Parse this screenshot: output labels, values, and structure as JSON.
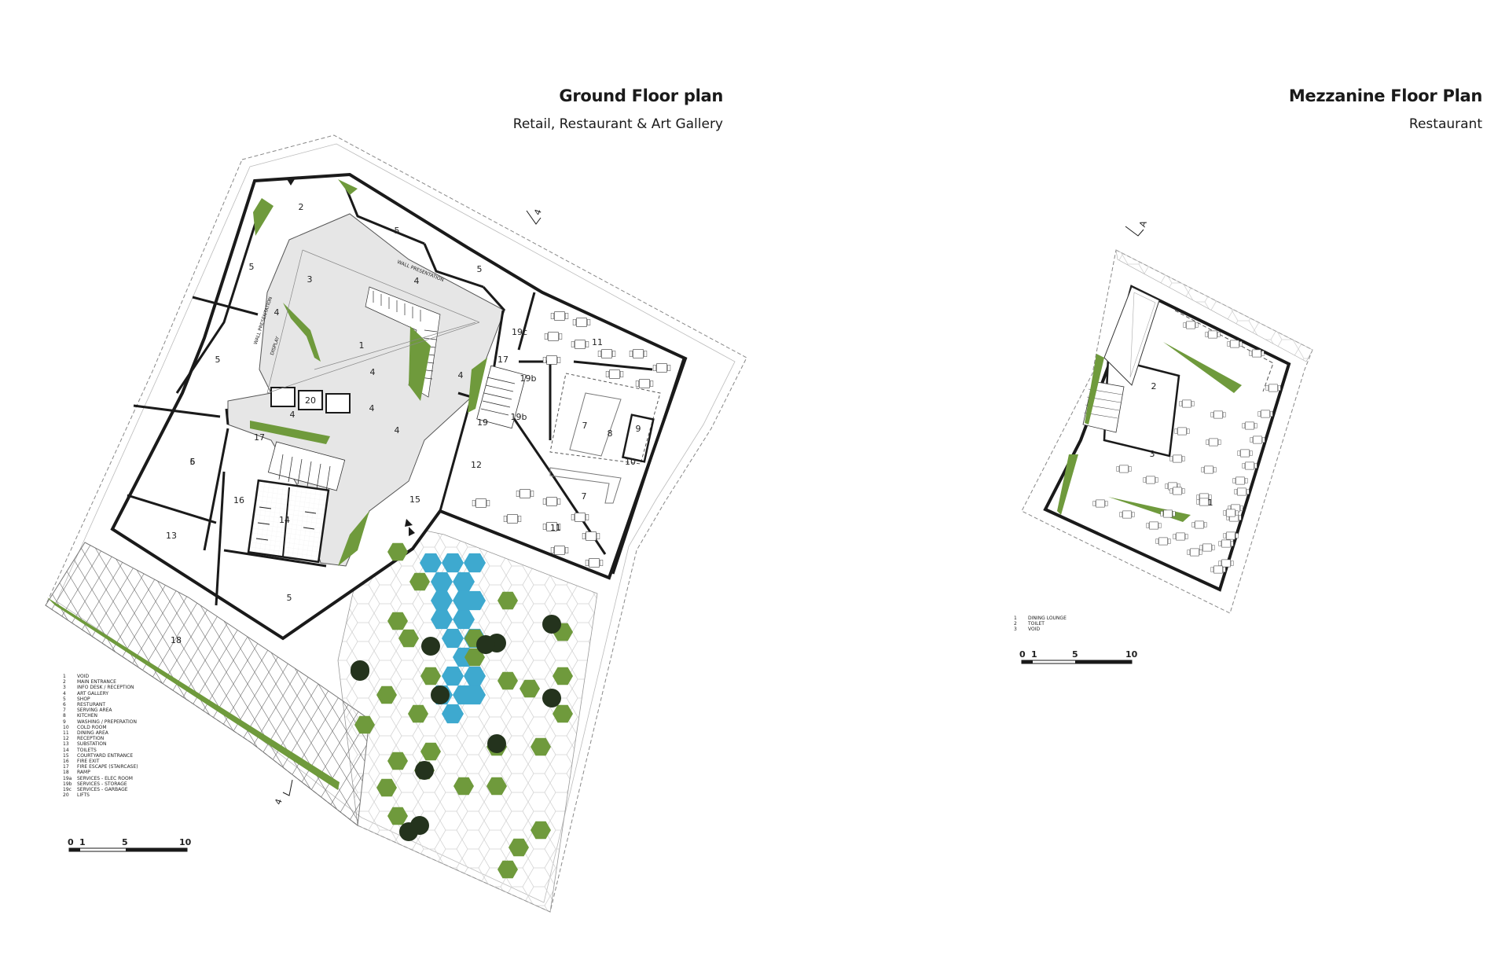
{
  "ground_floor": {
    "title": "Ground Floor plan",
    "subtitle": "Retail, Restaurant & Art Gallery",
    "room_labels": [
      "1",
      "2",
      "3",
      "4",
      "4",
      "4",
      "4",
      "4",
      "4",
      "4",
      "5",
      "5",
      "5",
      "5",
      "5",
      "5",
      "5",
      "6",
      "7",
      "7",
      "8",
      "9",
      "10",
      "11",
      "11",
      "12",
      "13",
      "14",
      "15",
      "16",
      "17",
      "17",
      "18",
      "19",
      "19b",
      "19b",
      "19c",
      "20"
    ],
    "wall_labels": [
      "WALL PRESENTATION",
      "WALL PRESENTATION",
      "DISPLAY"
    ],
    "section_marker": "4",
    "legend": [
      {
        "n": "1",
        "label": "VOID"
      },
      {
        "n": "2",
        "label": "MAIN ENTRANCE"
      },
      {
        "n": "3",
        "label": "INFO DESK / RECEPTION"
      },
      {
        "n": "4",
        "label": "ART GALLERY"
      },
      {
        "n": "5",
        "label": "SHOP"
      },
      {
        "n": "6",
        "label": "RESTURANT"
      },
      {
        "n": "7",
        "label": "SERVING AREA"
      },
      {
        "n": "8",
        "label": "KITCHEN"
      },
      {
        "n": "9",
        "label": "WASHING / PREPERATION"
      },
      {
        "n": "10",
        "label": "COLD ROOM"
      },
      {
        "n": "11",
        "label": "DINING AREA"
      },
      {
        "n": "12",
        "label": "RECEPTION"
      },
      {
        "n": "13",
        "label": "SUBSTATION"
      },
      {
        "n": "14",
        "label": "TOILETS"
      },
      {
        "n": "15",
        "label": "COURTYARD ENTRANCE"
      },
      {
        "n": "16",
        "label": "FIRE EXIT"
      },
      {
        "n": "17",
        "label": "FIRE ESCAPE (STAIRCASE)"
      },
      {
        "n": "18",
        "label": "RAMP"
      },
      {
        "n": "19a",
        "label": "SERVICES - ELEC ROOM"
      },
      {
        "n": "19b",
        "label": "SERVICES - STORAGE"
      },
      {
        "n": "19c",
        "label": "SERVICES - GARBAGE"
      },
      {
        "n": "20",
        "label": "LIFTS"
      }
    ],
    "scale": [
      "0",
      "1",
      "5",
      "10"
    ]
  },
  "mezzanine": {
    "title": "Mezzanine Floor Plan",
    "subtitle": "Restaurant",
    "room_labels": [
      "1",
      "2",
      "3"
    ],
    "section_marker": "A",
    "legend": [
      {
        "n": "1",
        "label": "DINING LOUNGE"
      },
      {
        "n": "2",
        "label": "TOILET"
      },
      {
        "n": "3",
        "label": "VOID"
      }
    ],
    "scale": [
      "0",
      "1",
      "5",
      "10"
    ]
  },
  "colors": {
    "planting": "#6f9a3c",
    "water": "#3ea9cf",
    "floor_grey": "#e4e4e4",
    "tree": "#24331d",
    "wall": "#1a1a1a"
  }
}
